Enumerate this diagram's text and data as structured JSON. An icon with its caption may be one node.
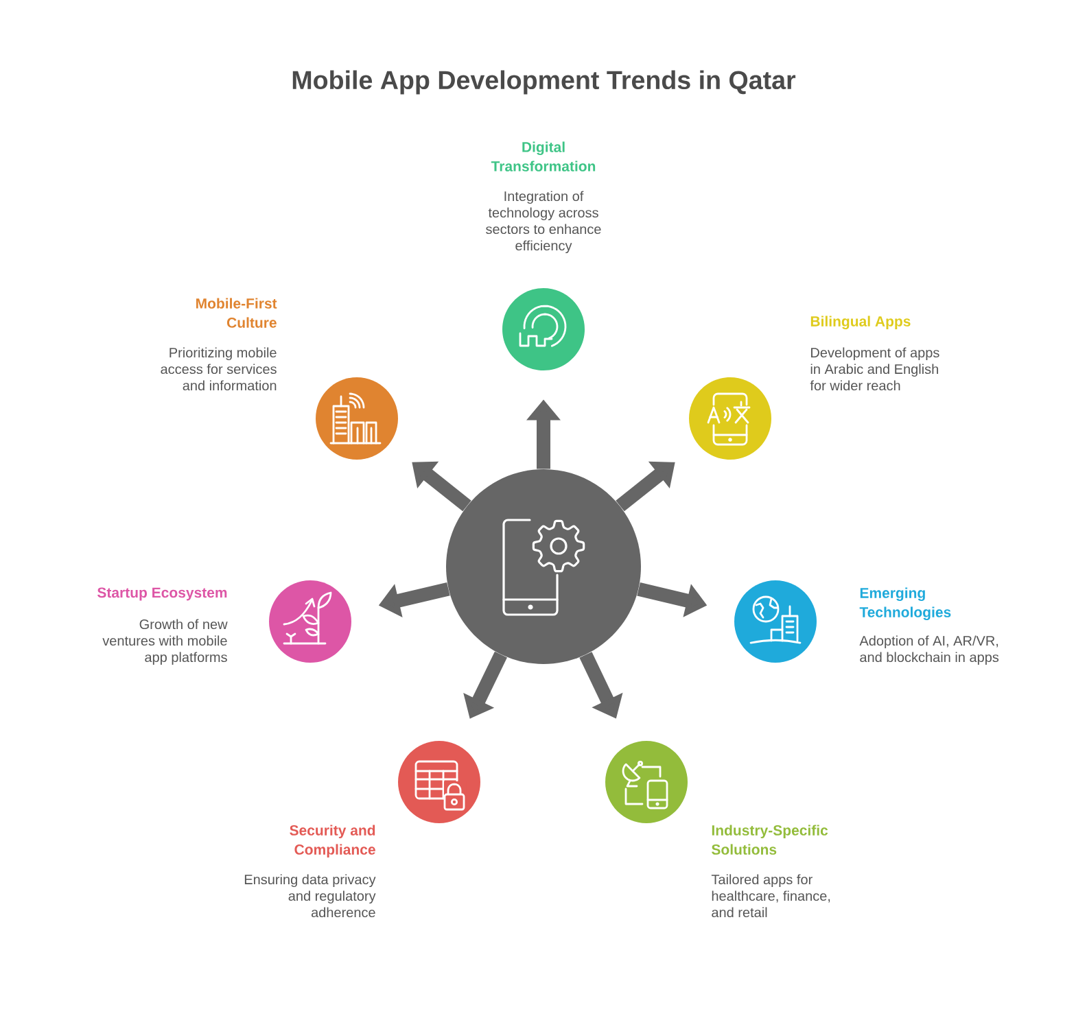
{
  "diagram": {
    "title": "Mobile App Development Trends in Qatar",
    "nodes": [
      {
        "text": [],
        "shape": "circle"
      },
      {
        "text": [
          "Digital Transformation",
          "Integration of technology across sectors to enhance efficiency"
        ]
      },
      {
        "text": [
          "Bilingual Apps",
          "Development of apps in Arabic and English for wider reach"
        ]
      },
      {
        "text": [
          "Emerging Technologies",
          "Adoption of AI, AR/VR, and blockchain in apps"
        ]
      },
      {
        "text": [
          "Industry-Specific Solutions",
          "Tailored apps for healthcare, finance, and retail"
        ]
      },
      {
        "text": [
          "Security and Compliance",
          "Ensuring data privacy and regulatory adherence"
        ]
      },
      {
        "text": [
          "Startup Ecosystem",
          "Growth of new ventures with mobile app platforms"
        ]
      },
      {
        "text": [
          "Mobile-First Culture",
          "Prioritizing mobile access for services and information"
        ]
      }
    ],
    "edges": [
      {
        "from": 0,
        "to": 1,
        "arrow": "to"
      },
      {
        "from": 0,
        "to": 2,
        "arrow": "to"
      },
      {
        "from": 0,
        "to": 3,
        "arrow": "to"
      },
      {
        "from": 0,
        "to": 4,
        "arrow": "to"
      },
      {
        "from": 0,
        "to": 5,
        "arrow": "to"
      },
      {
        "from": 0,
        "to": 6,
        "arrow": "to"
      },
      {
        "from": 0,
        "to": 7,
        "arrow": "to"
      }
    ]
  }
}
